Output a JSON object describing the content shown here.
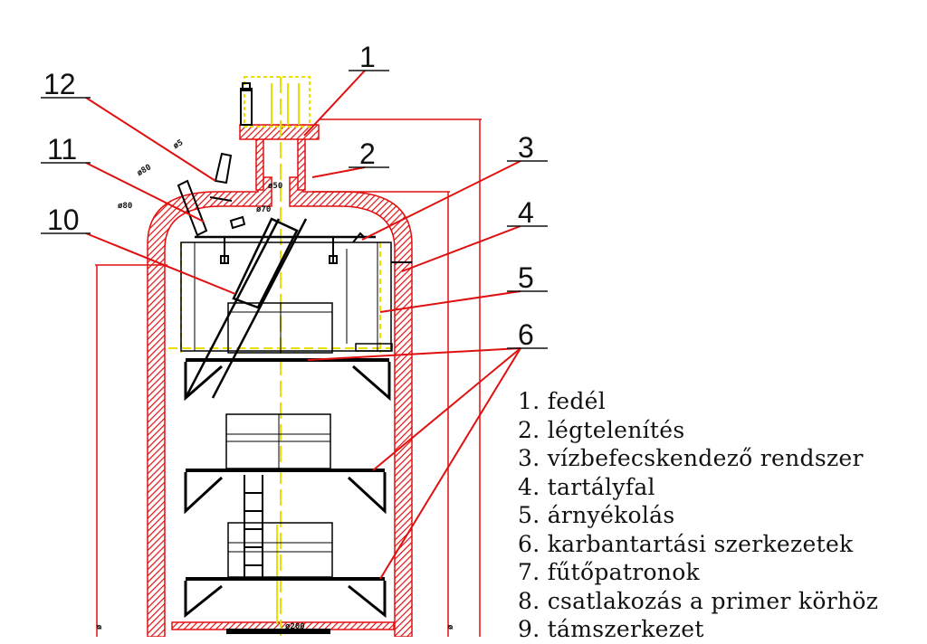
{
  "callouts": {
    "c1": "1",
    "c2": "2",
    "c3": "3",
    "c4": "4",
    "c5": "5",
    "c6": "6",
    "c10": "10",
    "c11": "11",
    "c12": "12"
  },
  "legend": [
    "1. fedél",
    "2. légtelenítés",
    "3. vízbefecskendező rendszer",
    "4. tartályfal",
    "5. árnyékolás",
    "6. karbantartási szerkezetek",
    "7. fűtőpatronok",
    "8. csatlakozás a primer körhöz",
    "9. támszerkezet"
  ],
  "colors": {
    "wall_red": "#e01010",
    "line_black": "#000000",
    "axis_yellow": "#e8e000",
    "hatch": "hatched-red"
  }
}
